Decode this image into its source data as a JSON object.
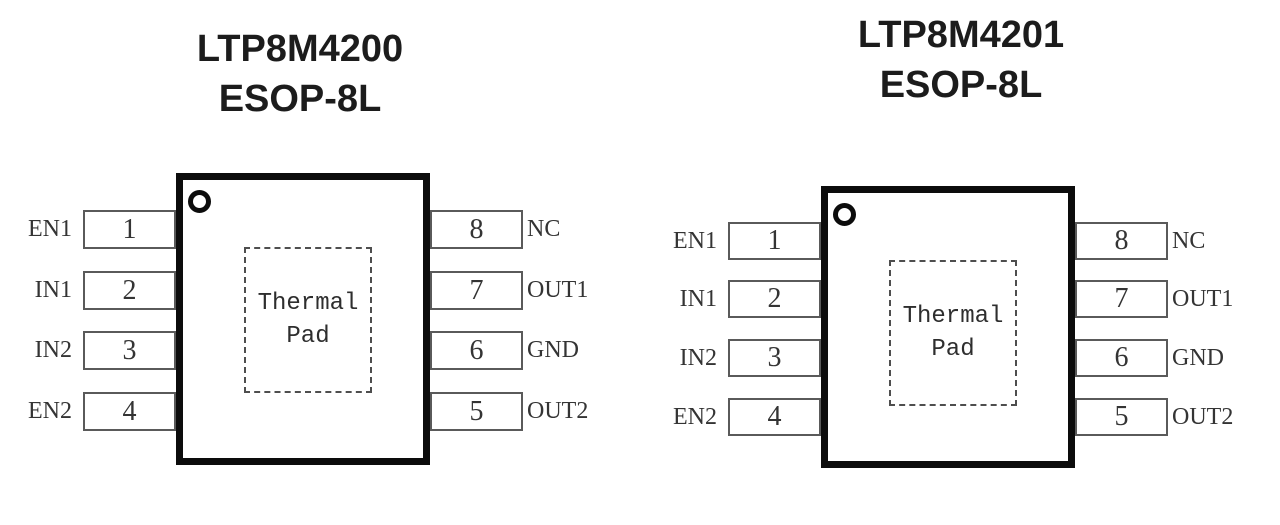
{
  "colors": {
    "background": "#ffffff",
    "chip_outline": "#0c0c0c",
    "pin_outline": "#5a5a5a",
    "label_text": "#343434",
    "title_text": "#1c1c1c"
  },
  "diagrams": [
    {
      "title": "LTP8M4200",
      "package": "ESOP-8L",
      "thermal_pad": {
        "line1": "Thermal",
        "line2": "Pad"
      },
      "left_pins": [
        {
          "label": "EN1",
          "number": "1"
        },
        {
          "label": "IN1",
          "number": "2"
        },
        {
          "label": "IN2",
          "number": "3"
        },
        {
          "label": "EN2",
          "number": "4"
        }
      ],
      "right_pins": [
        {
          "number": "8",
          "label": "NC"
        },
        {
          "number": "7",
          "label": "OUT1"
        },
        {
          "number": "6",
          "label": "GND"
        },
        {
          "number": "5",
          "label": "OUT2"
        }
      ]
    },
    {
      "title": "LTP8M4201",
      "package": "ESOP-8L",
      "thermal_pad": {
        "line1": "Thermal",
        "line2": "Pad"
      },
      "left_pins": [
        {
          "label": "EN1",
          "number": "1"
        },
        {
          "label": "IN1",
          "number": "2"
        },
        {
          "label": "IN2",
          "number": "3"
        },
        {
          "label": "EN2",
          "number": "4"
        }
      ],
      "right_pins": [
        {
          "number": "8",
          "label": "NC"
        },
        {
          "number": "7",
          "label": "OUT1"
        },
        {
          "number": "6",
          "label": "GND"
        },
        {
          "number": "5",
          "label": "OUT2"
        }
      ]
    }
  ]
}
